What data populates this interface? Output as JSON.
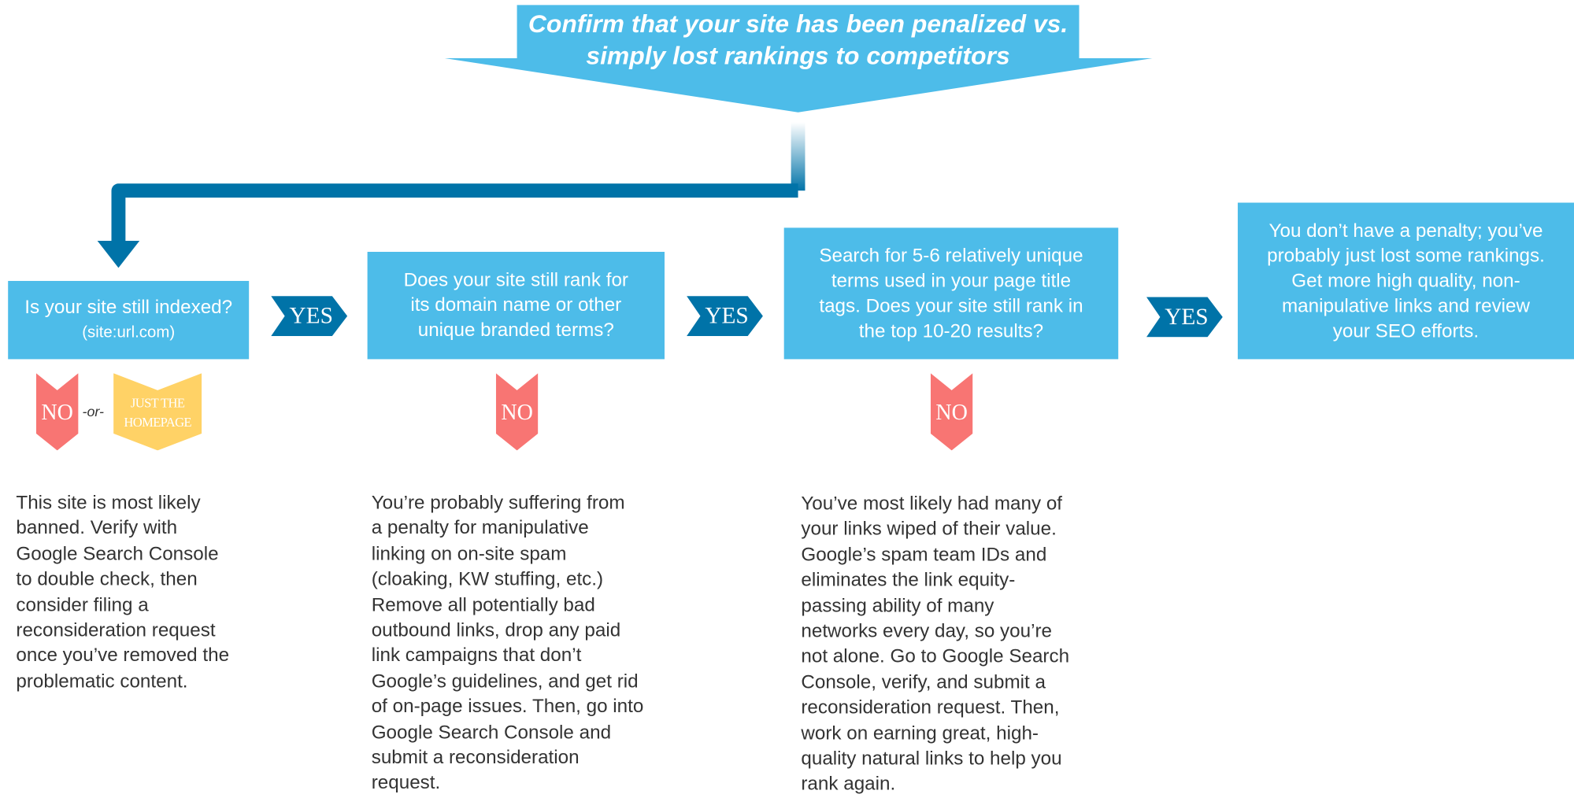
{
  "title": {
    "line1": "Confirm that your site has been penalized vs.",
    "line2": "simply lost rankings to competitors"
  },
  "steps": [
    {
      "question": "Is your site still indexed?",
      "hint": "(site:url.com)"
    },
    {
      "lines": [
        "Does your site still rank for",
        "its domain name or other",
        "unique branded terms?"
      ]
    },
    {
      "lines": [
        "Search for 5-6 relatively unique",
        "terms used in your page title",
        "tags. Does your site still rank in",
        "the top 10-20 results?"
      ]
    },
    {
      "lines": [
        "You don’t have a penalty; you’ve",
        "probably just lost some rankings.",
        "Get more high quality, non-",
        "manipulative links and review",
        "your SEO efforts."
      ]
    }
  ],
  "yes_label": "YES",
  "no_label": "NO",
  "or_label": "-or-",
  "homepage_label": [
    "JUST THE",
    "HOMEPAGE"
  ],
  "outcomes": [
    [
      "This site is most likely",
      "banned. Verify with",
      "Google Search Console",
      "to double check, then",
      "consider filing a",
      "reconsideration request",
      "once you’ve removed the",
      "problematic content."
    ],
    [
      "You’re probably suffering from",
      "a penalty for manipulative",
      "linking on on-site spam",
      "(cloaking, KW stuffing, etc.)",
      "Remove all potentially bad",
      "outbound links, drop any paid",
      "link campaigns that don’t",
      "Google’s guidelines, and get rid",
      "of on-page issues. Then, go into",
      "Google Search Console and",
      "submit a reconsideration",
      "request."
    ],
    [
      "You’ve most likely had many of",
      "your links wiped of their value.",
      "Google’s spam team IDs and",
      "eliminates the link equity-",
      "passing ability of many",
      "networks every day, so you’re",
      "not alone. Go to Google Search",
      "Console, verify, and submit a",
      "reconsideration request. Then,",
      "work on earning great, high-",
      "quality natural links to help you",
      "rank again."
    ]
  ],
  "colors": {
    "box": "#4dbce9",
    "connector": "#0073a8",
    "no": "#f87573",
    "homepage": "#ffd266"
  }
}
